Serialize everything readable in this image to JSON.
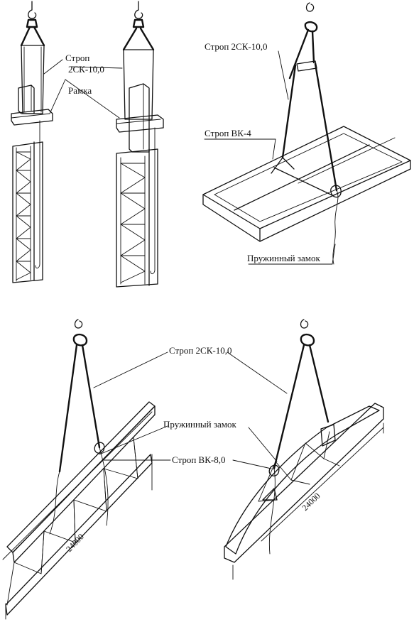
{
  "labels": {
    "strop_2sk_top_left_line1": "Строп",
    "strop_2sk_top_left_line2": "2СК-10,0",
    "ramka": "Рамка",
    "strop_2sk_top_right": "Строп 2СК-10,0",
    "strop_vk4": "Строп ВК-4",
    "spring_lock_top": "Пружинный замок",
    "strop_2sk_bottom": "Строп 2СК-10,0",
    "spring_lock_bottom": "Пружинный замок",
    "strop_vk8": "Строп ВК-8,0",
    "dim_left": "24000",
    "dim_right": "24000"
  }
}
